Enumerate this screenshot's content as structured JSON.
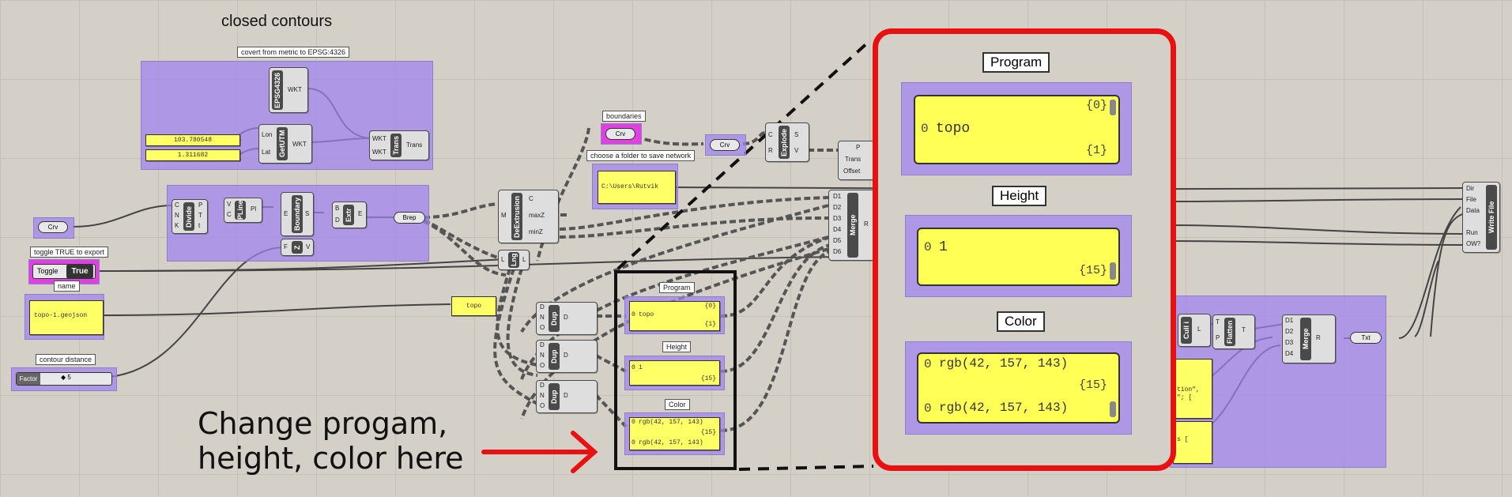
{
  "title": "closed contours",
  "groups": {
    "convert_label": "covert from metric to  EPSG:4326",
    "boundaries_label": "boundaries",
    "folder_label": "choose a folder to save network",
    "toggle_label": "toggle TRUE to export",
    "name_label": "name",
    "contour_label": "contour distance"
  },
  "components": {
    "epsg": "EPSG4326",
    "epsg_out": "WKT",
    "getutm": "GetUTM",
    "getutm_in1": "Lon",
    "getutm_in2": "Lat",
    "getutm_out": "WKT",
    "trans": "Trans",
    "trans_in1": "WKT",
    "trans_in2": "WKT",
    "trans_out": "Trans",
    "divide": "Divide",
    "divide_in": [
      "C",
      "N",
      "K"
    ],
    "divide_out": [
      "P",
      "T",
      "t"
    ],
    "pline": "PLine",
    "pline_in": [
      "V",
      "C"
    ],
    "pline_out": "Pl",
    "boundary": "Boundary",
    "boundary_in": "E",
    "boundary_out": "S",
    "extr": "Extr",
    "extr_in": [
      "B",
      "D"
    ],
    "extr_out": "E",
    "z": "Z",
    "z_in": "F",
    "z_out": "V",
    "dextrusion": "DeExtrusion",
    "dext_in": "M",
    "dext_out": [
      "C",
      "maxZ",
      "minZ"
    ],
    "explode": "Explode",
    "explode_in": [
      "C",
      "R"
    ],
    "explode_out": [
      "S",
      "V"
    ],
    "lng": "Lng",
    "lng_in": "L",
    "lng_out": "L",
    "offset_ports": [
      "P",
      "Trans",
      "Offset"
    ],
    "merge": "Merge",
    "merge_in": [
      "D1",
      "D2",
      "D3",
      "D4",
      "D5",
      "D6"
    ],
    "merge_out": "R",
    "dup": "Dup",
    "dup_in": [
      "D",
      "N",
      "O"
    ],
    "dup_out": "D",
    "cull": "Cull i",
    "cull_out": "L",
    "flatten": "Flatten",
    "flatten_in": [
      "T",
      "P"
    ],
    "flatten_out": "T",
    "merge2": "Merge",
    "merge2_in": [
      "D1",
      "D2",
      "D3",
      "D4"
    ],
    "merge2_out": "R",
    "txt": "Txt",
    "writefile": "Write File",
    "writefile_in": [
      "Dir",
      "File",
      "Data",
      "Run",
      "OW?"
    ]
  },
  "params": {
    "lon": "103.780548",
    "lat": "1.311682",
    "crv_left": "Crv",
    "crv_boundary": "Crv",
    "crv_mid": "Crv",
    "brep": "Brep",
    "folder_path": "C:\\Users\\Rutvik",
    "toggle_name": "Toggle",
    "toggle_value": "True",
    "name_value": "topo-1.geojson",
    "slider_name": "Factor",
    "slider_value": "◆ 5",
    "topo_panel": "topo",
    "right_panel_text1": "tion\",",
    "right_panel_text2": "\"; [",
    "right_panel_text3": "s ["
  },
  "small_panels": {
    "program_label": "Program",
    "program_path0": "{0}",
    "program_idx": "0",
    "program_value": "topo",
    "program_path1": "{1}",
    "height_label": "Height",
    "height_idx": "0",
    "height_value": "1",
    "height_path": "{15}",
    "color_label": "Color",
    "color_idx0": "0",
    "color_value0": "rgb(42, 157, 143)",
    "color_path": "{15}",
    "color_idx1": "0",
    "color_value1": "rgb(42, 157, 143)"
  },
  "zoom": {
    "program_label": "Program",
    "program_path0": "{0}",
    "program_idx": "0",
    "program_value": "topo",
    "program_path1": "{1}",
    "height_label": "Height",
    "height_idx": "0",
    "height_value": "1",
    "height_path": "{15}",
    "color_label": "Color",
    "color_idx0": "0",
    "color_value0": "rgb(42, 157, 143)",
    "color_path": "{15}",
    "color_idx1": "0",
    "color_value1": "rgb(42, 157, 143)"
  },
  "annotation": {
    "line1": "Change progam,",
    "line2": "height, color here"
  },
  "colors": {
    "canvas": "#d4d0c8",
    "group": "#a082f0",
    "panel": "#ffff66",
    "highlight_red": "#e81010"
  }
}
